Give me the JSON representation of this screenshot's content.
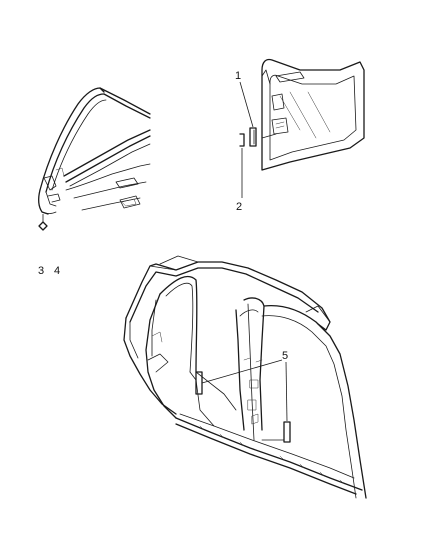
{
  "callouts": {
    "one": "1",
    "two": "2",
    "three": "3",
    "four": "4",
    "five": "5"
  },
  "colors": {
    "line": "#1a1a1a",
    "background": "#ffffff"
  }
}
